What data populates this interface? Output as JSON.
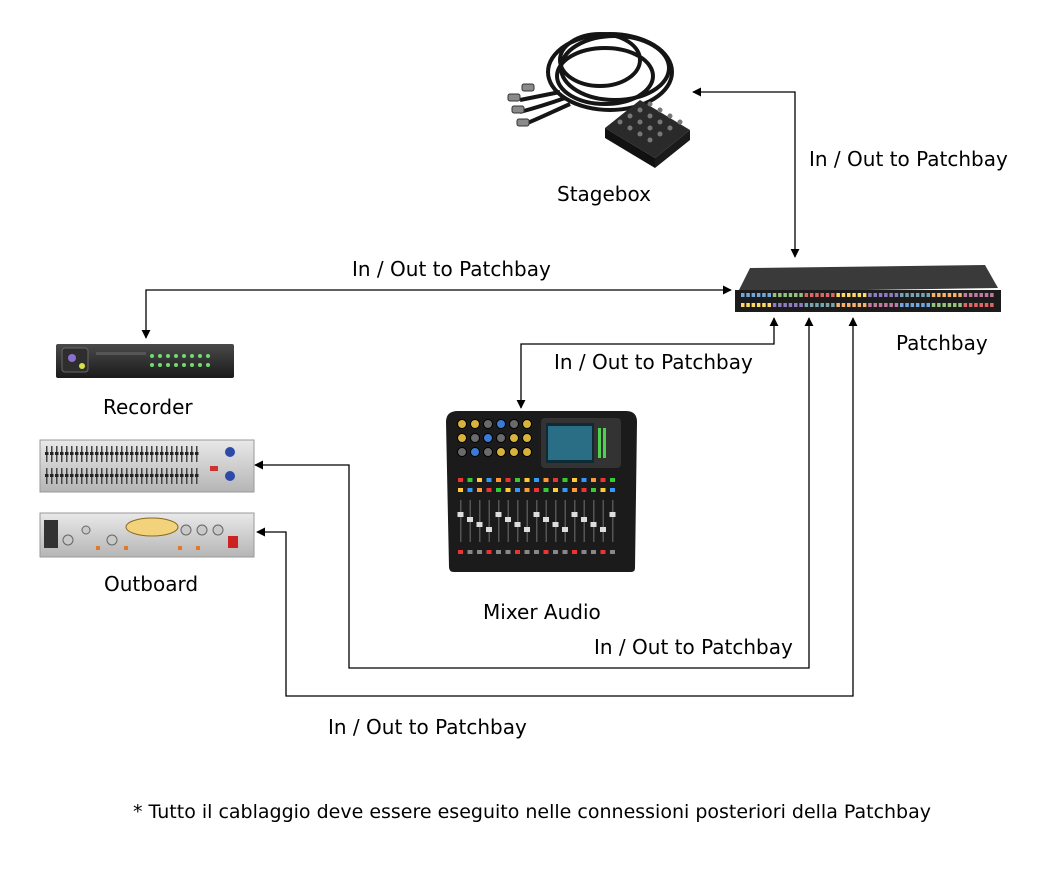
{
  "devices": {
    "stagebox": "Stagebox",
    "patchbay": "Patchbay",
    "recorder": "Recorder",
    "outboard": "Outboard",
    "mixer": "Mixer Audio"
  },
  "connections": {
    "stagebox_link": "In / Out to Patchbay",
    "recorder_link": "In / Out to Patchbay",
    "mixer_link": "In / Out to Patchbay",
    "outboard_top_link": "In / Out to Patchbay",
    "outboard_bottom_link": "In / Out to Patchbay"
  },
  "footnote": "* Tutto il cablaggio deve essere eseguito nelle connessioni posteriori della Patchbay"
}
